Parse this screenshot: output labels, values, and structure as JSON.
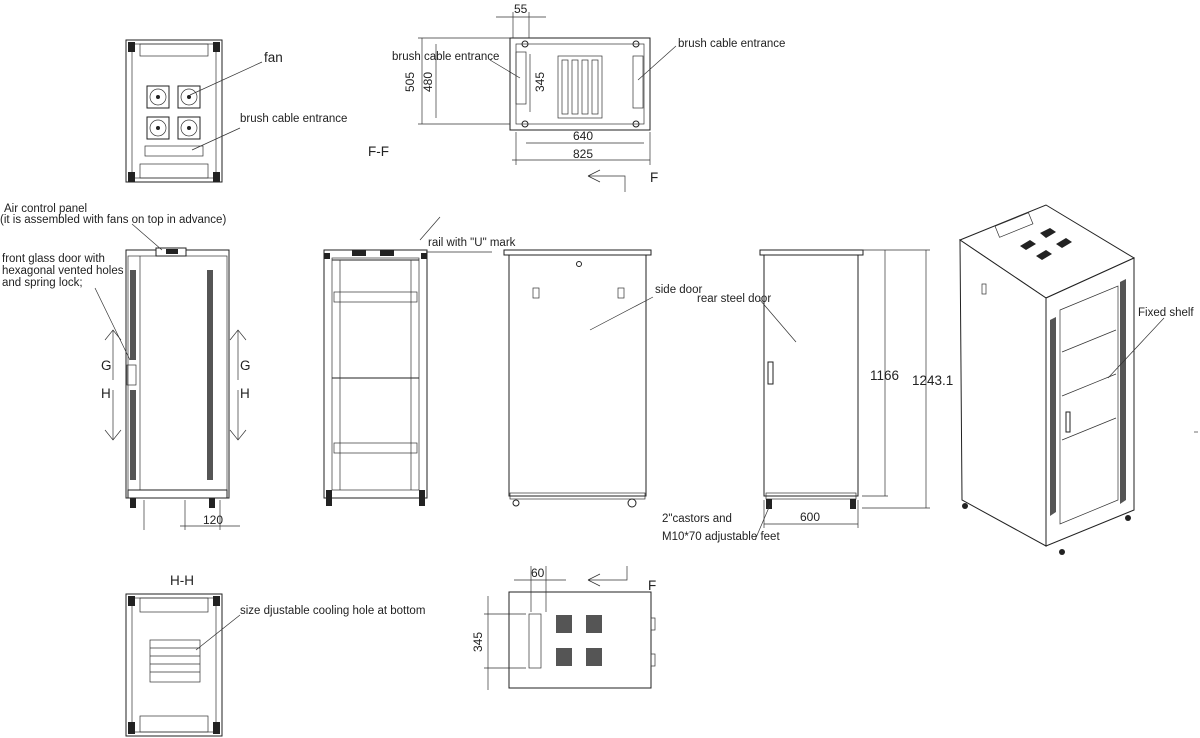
{
  "labels": {
    "fan": "fan",
    "brush_top": "brush cable entrance",
    "brush_ff_left": "brush cable entrance",
    "brush_ff_right": "brush cable entrance",
    "ff_section": "F-F",
    "f_arrow_top": "F",
    "f_arrow_bottom": "F",
    "air_panel_1": "Air control panel",
    "air_panel_2": "(it is assembled with fans on top in advance)",
    "glass_door_1": "front glass door with",
    "glass_door_2": "hexagonal vented holes",
    "glass_door_3": "and spring lock;",
    "rail": "rail with \"U\" mark",
    "side_door": "side door",
    "rear_door": "rear steel door",
    "fixed_shelf": "Fixed shelf",
    "castors_1": "2\"castors and",
    "castors_2": "M10*70 adjustable feet",
    "hh_section": "H-H",
    "cooling": "size djustable cooling hole at bottom",
    "g_left": "G",
    "g_right": "G",
    "h_left": "H",
    "h_right": "H"
  },
  "dimensions": {
    "d55": "55",
    "d505": "505",
    "d480": "480",
    "d345_top": "345",
    "d640": "640",
    "d825": "825",
    "d120": "120",
    "d1166": "1166",
    "d1243": "1243.1",
    "d600": "600",
    "d60": "60",
    "d345_bottom": "345"
  }
}
